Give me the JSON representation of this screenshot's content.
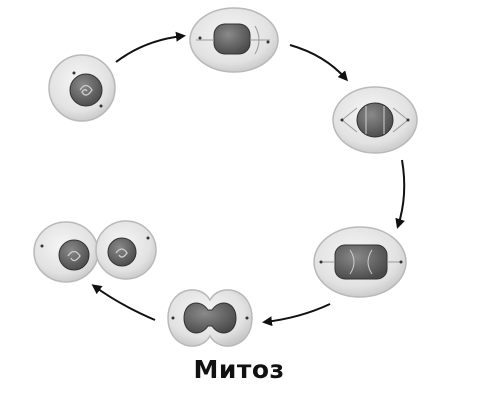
{
  "title": "Митоз",
  "colors": {
    "background": "#ffffff",
    "cell_fill": "#e4e4e4",
    "cell_edge": "#b9b9b9",
    "nucleus": "#5f5f5f",
    "chromatin": "#3a3a3a",
    "arrow": "#111111",
    "spindle": "#9a9a9a"
  },
  "stages": [
    {
      "id": "interphase",
      "icon": "interphase-cell-icon"
    },
    {
      "id": "prophase",
      "icon": "prophase-cell-icon"
    },
    {
      "id": "metaphase",
      "icon": "metaphase-cell-icon"
    },
    {
      "id": "anaphase",
      "icon": "anaphase-cell-icon"
    },
    {
      "id": "telophase",
      "icon": "telophase-cell-icon"
    },
    {
      "id": "daughter-cells",
      "icon": "daughter-cells-icon"
    }
  ]
}
